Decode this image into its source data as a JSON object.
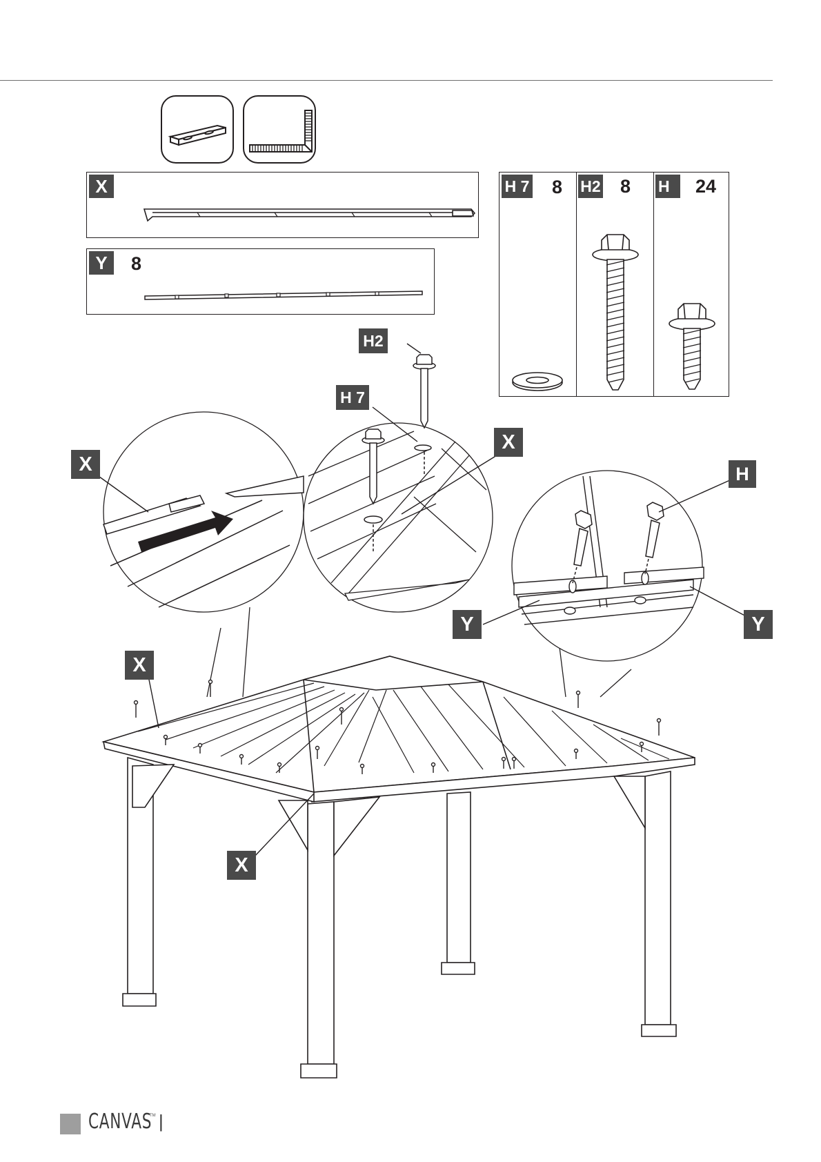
{
  "tools": [
    {
      "icon": "level-icon"
    },
    {
      "icon": "carpenter-square-icon"
    }
  ],
  "parts": {
    "x": {
      "label": "X"
    },
    "y": {
      "label": "Y",
      "qty": "8"
    }
  },
  "hardware": [
    {
      "label": "H 7",
      "qty": "8",
      "icon": "washer-icon"
    },
    {
      "label": "H2",
      "qty": "8",
      "icon": "long-screw-icon"
    },
    {
      "label": "H",
      "qty": "24",
      "icon": "short-screw-icon"
    }
  ],
  "callouts": {
    "h2": "H2",
    "h7": "H 7",
    "x": "X",
    "h": "H",
    "y": "Y"
  },
  "footer": {
    "brand": "CANVAS",
    "trademark": "TM",
    "divider": "|"
  }
}
